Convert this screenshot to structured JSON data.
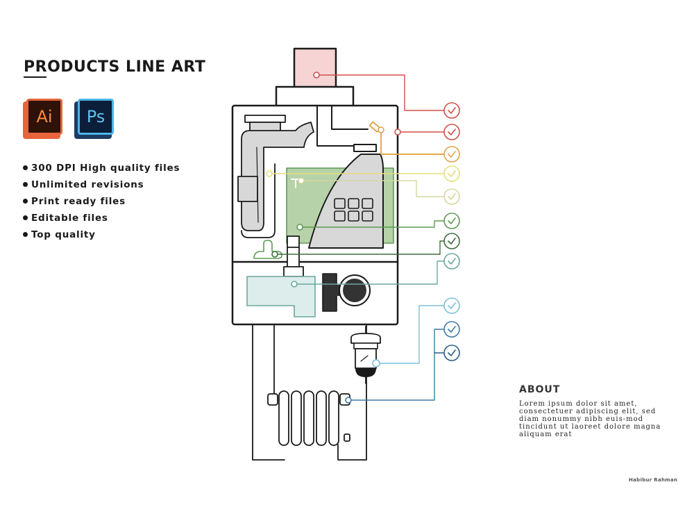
{
  "header": {
    "title": "PRODUCTS LINE ART"
  },
  "software": {
    "illustrator_label": "Ai",
    "photoshop_label": "Ps"
  },
  "features": [
    "300 DPI High quality files",
    "Unlimited revisions",
    "Print ready files",
    "Editable files",
    "Top quality"
  ],
  "about": {
    "title": "ABOUT",
    "text": "Lorem ipsum dolor sit amet, consectetuer adipiscing elit, sed diam nonummy nibh euis-mod tincidunt ut laoreet dolore magna aliquam erat"
  },
  "signature": "Habibur Rahman",
  "colors": {
    "outline": "#1a1a1a",
    "red": "#d0504a",
    "orange": "#e0a24a",
    "yellow": "#e6de7a",
    "light_yellow": "#d6d7a0",
    "green": "#5e9a54",
    "dark_green": "#3e6b3e",
    "teal": "#6aa89c",
    "light_blue": "#7cc0d8",
    "blue": "#3c7aa6",
    "dark_blue": "#2c5b86",
    "fill_pink": "#f6d4d4",
    "fill_green": "#b6d2a8",
    "fill_gray": "#d8d8d8",
    "fill_blue": "#dcedeb"
  },
  "checkmark_icon": "check-circle-icon"
}
